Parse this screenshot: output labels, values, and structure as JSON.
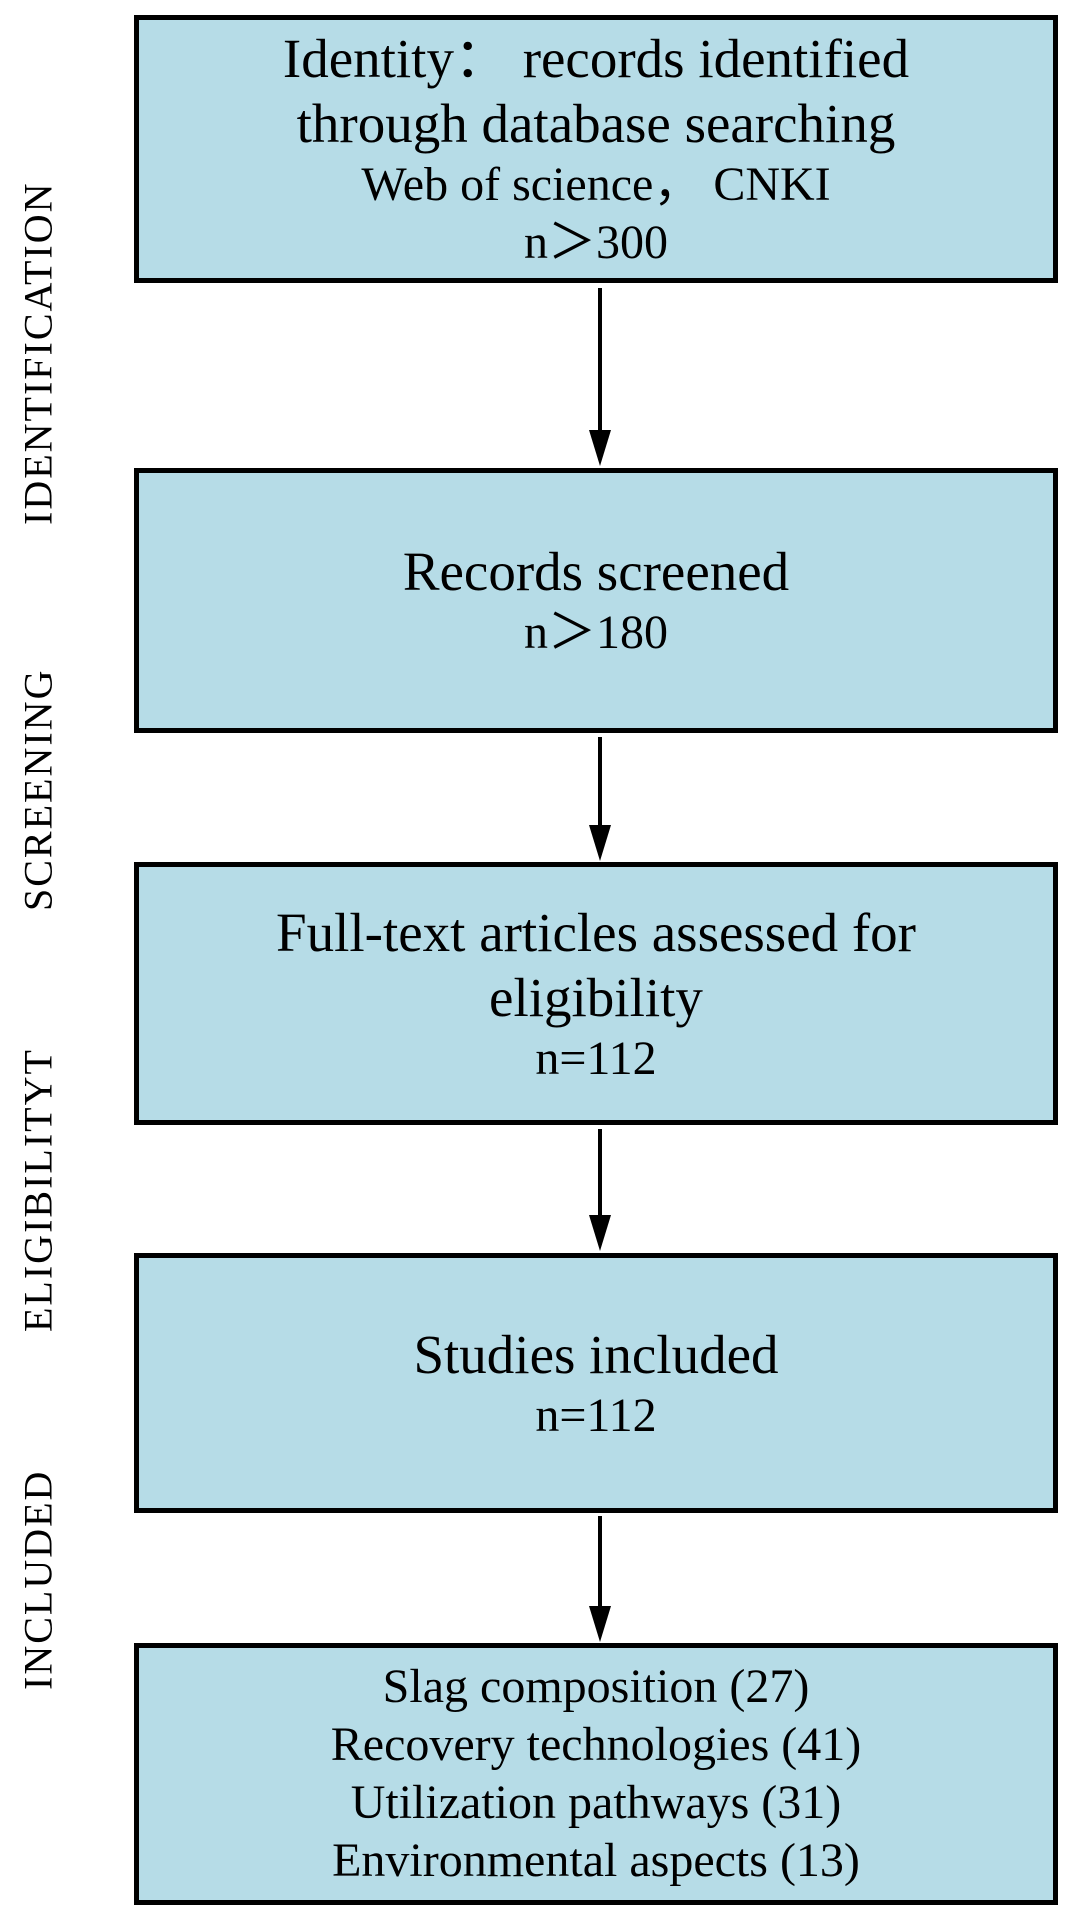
{
  "flow": {
    "colors": {
      "box_fill": "#b6dce7",
      "box_border": "#000000",
      "arrow": "#000000",
      "background": "#ffffff",
      "text": "#000000"
    },
    "stages": [
      {
        "label": "IDENTIFICATION"
      },
      {
        "label": "SCREENING"
      },
      {
        "label": "ELIGIBILITYT"
      },
      {
        "label": "INCLUDED"
      }
    ],
    "boxes": [
      {
        "lines": [
          "Identity： records identified",
          "through database searching",
          "Web of science， CNKI",
          "n＞300"
        ]
      },
      {
        "lines": [
          "Records screened",
          "n＞180"
        ]
      },
      {
        "lines": [
          "Full-text articles assessed for",
          "eligibility",
          "n=112"
        ]
      },
      {
        "lines": [
          "Studies included",
          "n=112"
        ]
      },
      {
        "lines": [
          "Slag composition (27)",
          "Recovery technologies (41)",
          "Utilization pathways (31)",
          "Environmental aspects (13)"
        ]
      }
    ]
  }
}
